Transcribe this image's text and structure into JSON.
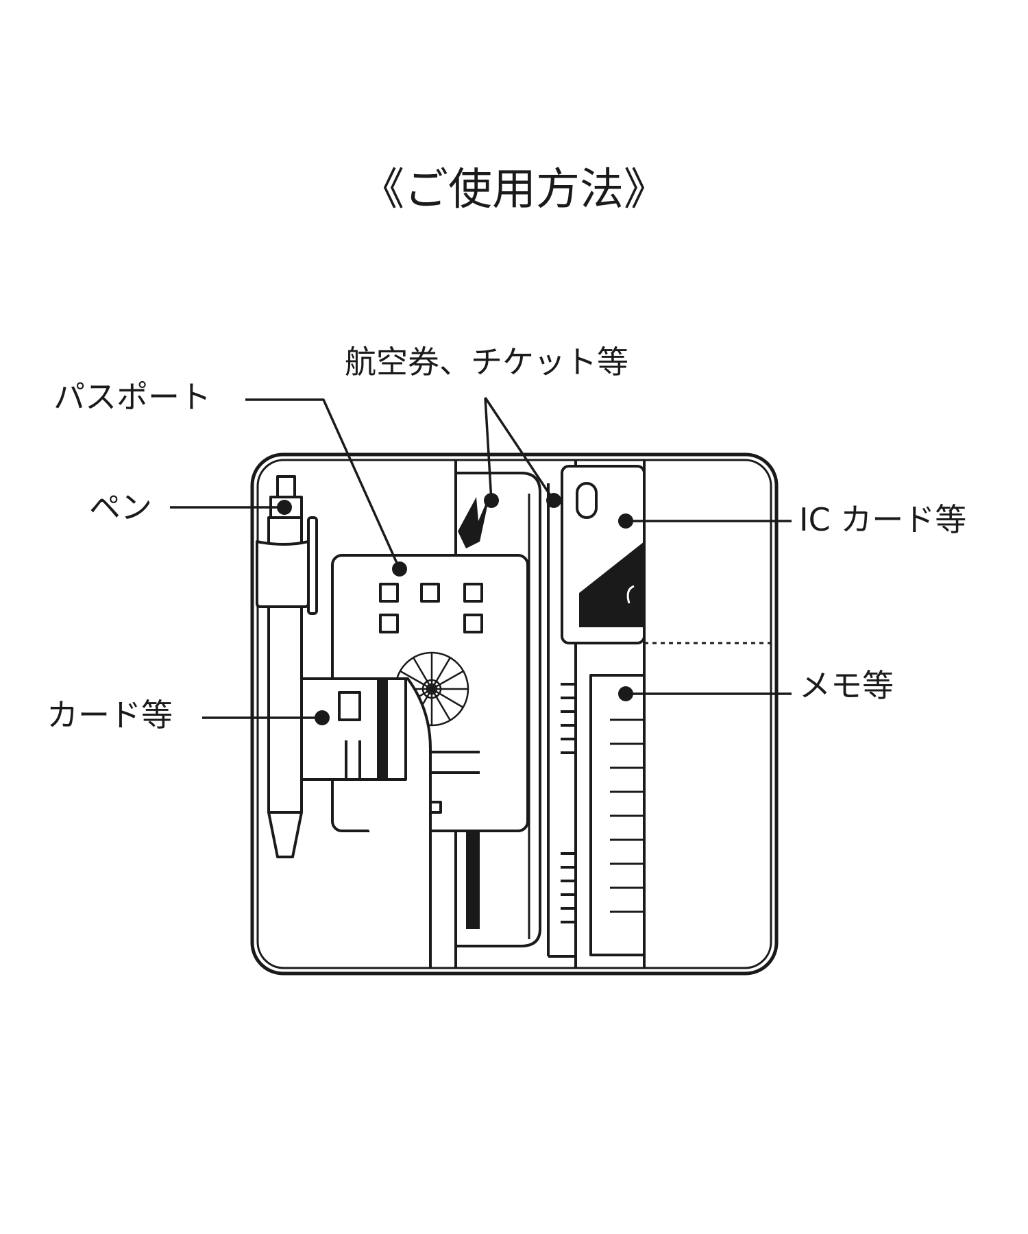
{
  "title": "《ご使用方法》",
  "labels": {
    "passport": "パスポート",
    "ticket": "航空券、チケット等",
    "pen": "ペン",
    "ic_card": "IC カード等",
    "card": "カード等",
    "memo": "メモ等"
  },
  "colors": {
    "line": "#1a1a1a",
    "fill_dark": "#1a1a1a",
    "background": "#ffffff"
  }
}
